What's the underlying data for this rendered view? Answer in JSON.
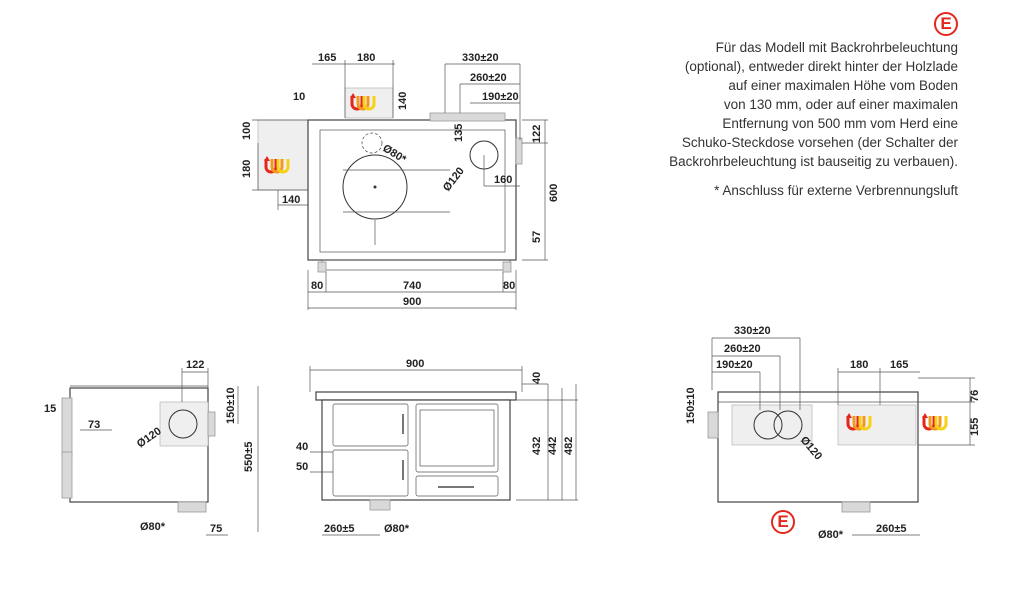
{
  "marker": {
    "letter": "E",
    "color": "#e4261b"
  },
  "note": {
    "paragraph": [
      "Für das Modell mit Backrohrbeleuchtung",
      "(optional), entweder direkt hinter der Holzlade",
      "auf einer maximalen Höhe vom Boden",
      "von 130 mm, oder auf einer maximalen",
      "Entfernung von 500 mm vom Herd eine",
      "Schuko-Steckdose vorsehen (der Schalter der",
      "Backrohrbeleuchtung ist bauseitig zu verbauen)."
    ],
    "footnote": "* Anschluss für externe Verbrennungsluft"
  },
  "top_view": {
    "dims": {
      "d165": "165",
      "d180": "180",
      "d10": "10",
      "d140a": "140",
      "d100": "100",
      "d180v": "180",
      "d140b": "140",
      "d330": "330±20",
      "d260": "260±20",
      "d190": "190±20",
      "d135": "135",
      "d122": "122",
      "phi80": "Ø80*",
      "phi120": "Ø120",
      "d160": "160",
      "d600": "600",
      "d57": "57",
      "d80l": "80",
      "d740": "740",
      "d80r": "80",
      "d900": "900"
    }
  },
  "side_view": {
    "dims": {
      "d122": "122",
      "d15": "15",
      "d73": "73",
      "d150": "150±10",
      "phi120": "Ø120",
      "d550": "550±5",
      "phi80": "Ø80*",
      "d75": "75"
    }
  },
  "front_view": {
    "dims": {
      "d900": "900",
      "d40t": "40",
      "d40": "40",
      "d50": "50",
      "d432": "432",
      "d442": "442",
      "d482": "482",
      "d260": "260±5",
      "phi80": "Ø80*"
    }
  },
  "rear_view": {
    "dims": {
      "d330": "330±20",
      "d260": "260±20",
      "d190": "190±20",
      "d150": "150±10",
      "phi120": "Ø120",
      "d180": "180",
      "d165": "165",
      "d76": "76",
      "d155": "155",
      "phi80": "Ø80*",
      "d260b": "260±5"
    }
  },
  "colors": {
    "red": "#e4261b",
    "orange": "#f39a1e",
    "yellow": "#f7d117",
    "line": "#333333"
  }
}
